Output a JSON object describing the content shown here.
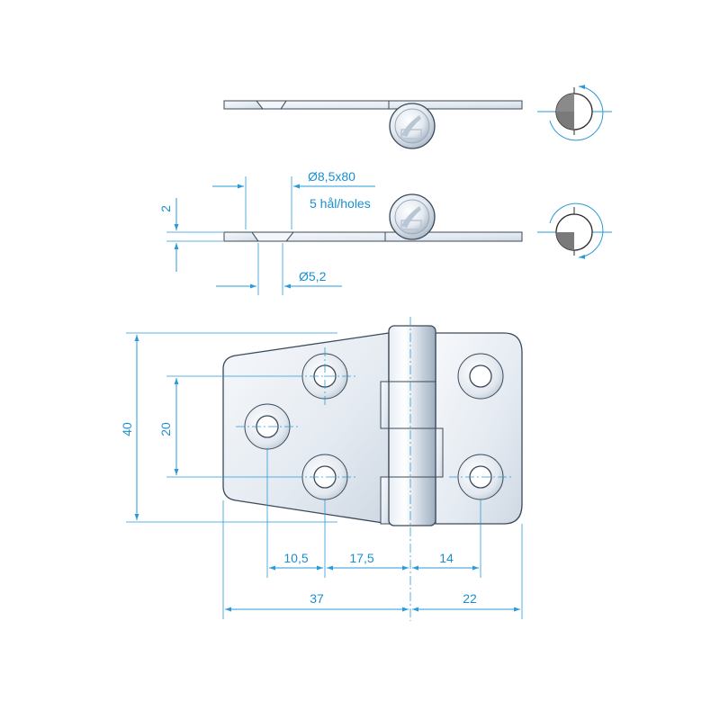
{
  "labels": {
    "bolt_dia": "Ø8,5x80",
    "holes": "5 hål/holes",
    "hole_dia": "Ø5,2",
    "thickness": "2",
    "height": "40",
    "hole_spacing_v": "20",
    "dim_a": "10,5",
    "dim_b": "17,5",
    "dim_c": "14",
    "width_left": "37",
    "width_right": "22"
  },
  "colors": {
    "dimension": "#1a8fd0",
    "plate_light": "#eef2f7",
    "plate_mid": "#d6dee8",
    "outline": "#3a4a5a"
  },
  "icons": {
    "rotation_top": "rotation-clockwise-icon",
    "rotation_bottom": "rotation-counterclockwise-icon",
    "logo": "brand-seal-icon"
  }
}
